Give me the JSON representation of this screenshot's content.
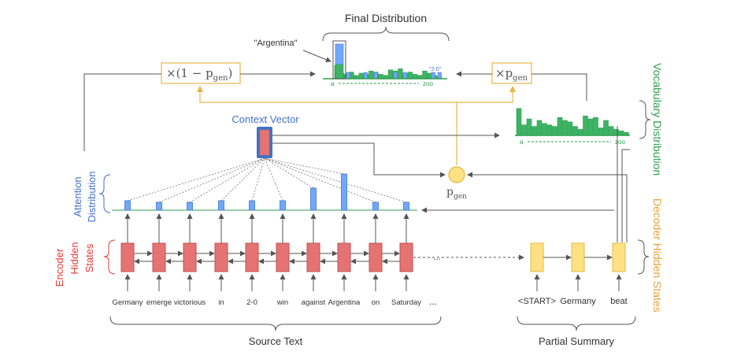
{
  "title": "Final Distribution",
  "argentina_label": "\"Argentina\"",
  "two_zero_label": "\"2-0\"",
  "left_box_label": "×(1 − p",
  "left_box_sub": "gen",
  "left_box_close": ")",
  "right_box_label": "×p",
  "right_box_sub": "gen",
  "context_vector_label": "Context Vector",
  "pgen_label": "p",
  "pgen_sub": "gen",
  "attention_label_1": "Attention",
  "attention_label_2": "Distribution",
  "encoder_label_1": "Encoder",
  "encoder_label_2": "Hidden",
  "encoder_label_3": "States",
  "vocab_label": "Vocabulary Distribution",
  "decoder_label": "Decoder Hidden States",
  "axis_a": "a",
  "axis_zoo": "zoo",
  "source_words": [
    "Germany",
    "emerge",
    "victorious",
    "in",
    "2-0",
    "win",
    "against",
    "Argentina",
    "on",
    "Saturday"
  ],
  "ellipsis": "...",
  "summary_words": [
    "<START>",
    "Germany",
    "beat"
  ],
  "source_text_label": "Source Text",
  "partial_summary_label": "Partial Summary",
  "attention_weights": [
    0.15,
    0.1,
    0.1,
    0.15,
    0.15,
    0.15,
    0.55,
    1.0,
    0.1,
    0.1
  ],
  "vocab_bars": [
    0.9,
    0.35,
    0.55,
    0.3,
    0.5,
    0.4,
    0.35,
    0.3,
    0.6,
    0.5,
    0.45,
    0.3,
    0.2,
    0.65,
    0.55,
    0.6,
    0.25,
    0.5,
    0.3,
    0.2,
    0.15,
    0.1
  ],
  "final_bars": [
    0.6,
    0.25,
    0.2,
    0.3,
    0.15,
    0.25,
    0.2,
    0.35,
    0.3,
    0.2,
    0.15,
    0.4,
    0.35,
    0.45,
    0.25,
    0.3,
    0.2,
    0.15,
    0.35,
    0.25,
    0.15,
    0.1
  ],
  "colors": {
    "red": "#e57373",
    "red_stroke": "#c0504d",
    "blue": "#6fa8ff",
    "blue_dark": "#4472c4",
    "green": "#2e9e4f",
    "green_fill": "#3cb464",
    "yellow": "#ffe082",
    "yellow_stroke": "#e6b84a",
    "gray": "#555555"
  }
}
